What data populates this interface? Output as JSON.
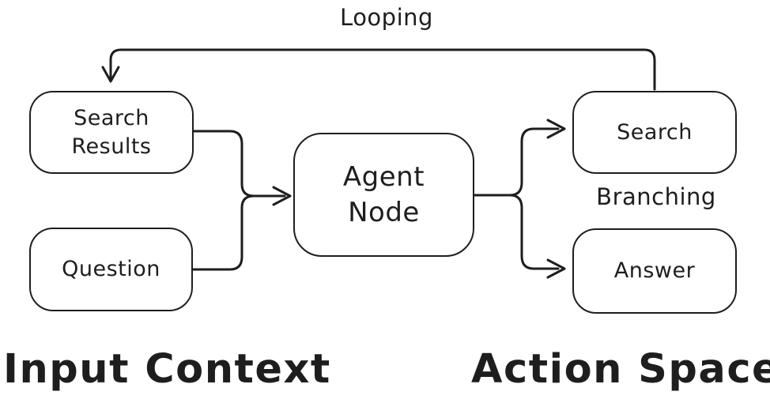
{
  "diagram": {
    "nodes": {
      "search_results": "Search\nResults",
      "question": "Question",
      "agent_node": "Agent\nNode",
      "search": "Search",
      "answer": "Answer"
    },
    "labels": {
      "looping": "Looping",
      "branching": "Branching"
    },
    "captions": {
      "input_context": "Input Context",
      "action_space": "Action Space"
    },
    "colors": {
      "stroke": "#1e1e1e",
      "background": "#ffffff"
    }
  }
}
